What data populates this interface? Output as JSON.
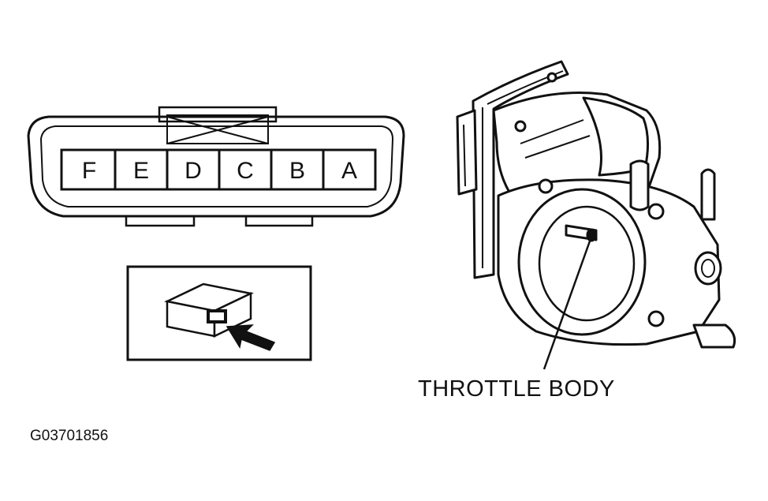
{
  "connector": {
    "pins": [
      "F",
      "E",
      "D",
      "C",
      "B",
      "A"
    ]
  },
  "callout": {
    "label": "THROTTLE BODY"
  },
  "figure_id": "G03701856"
}
